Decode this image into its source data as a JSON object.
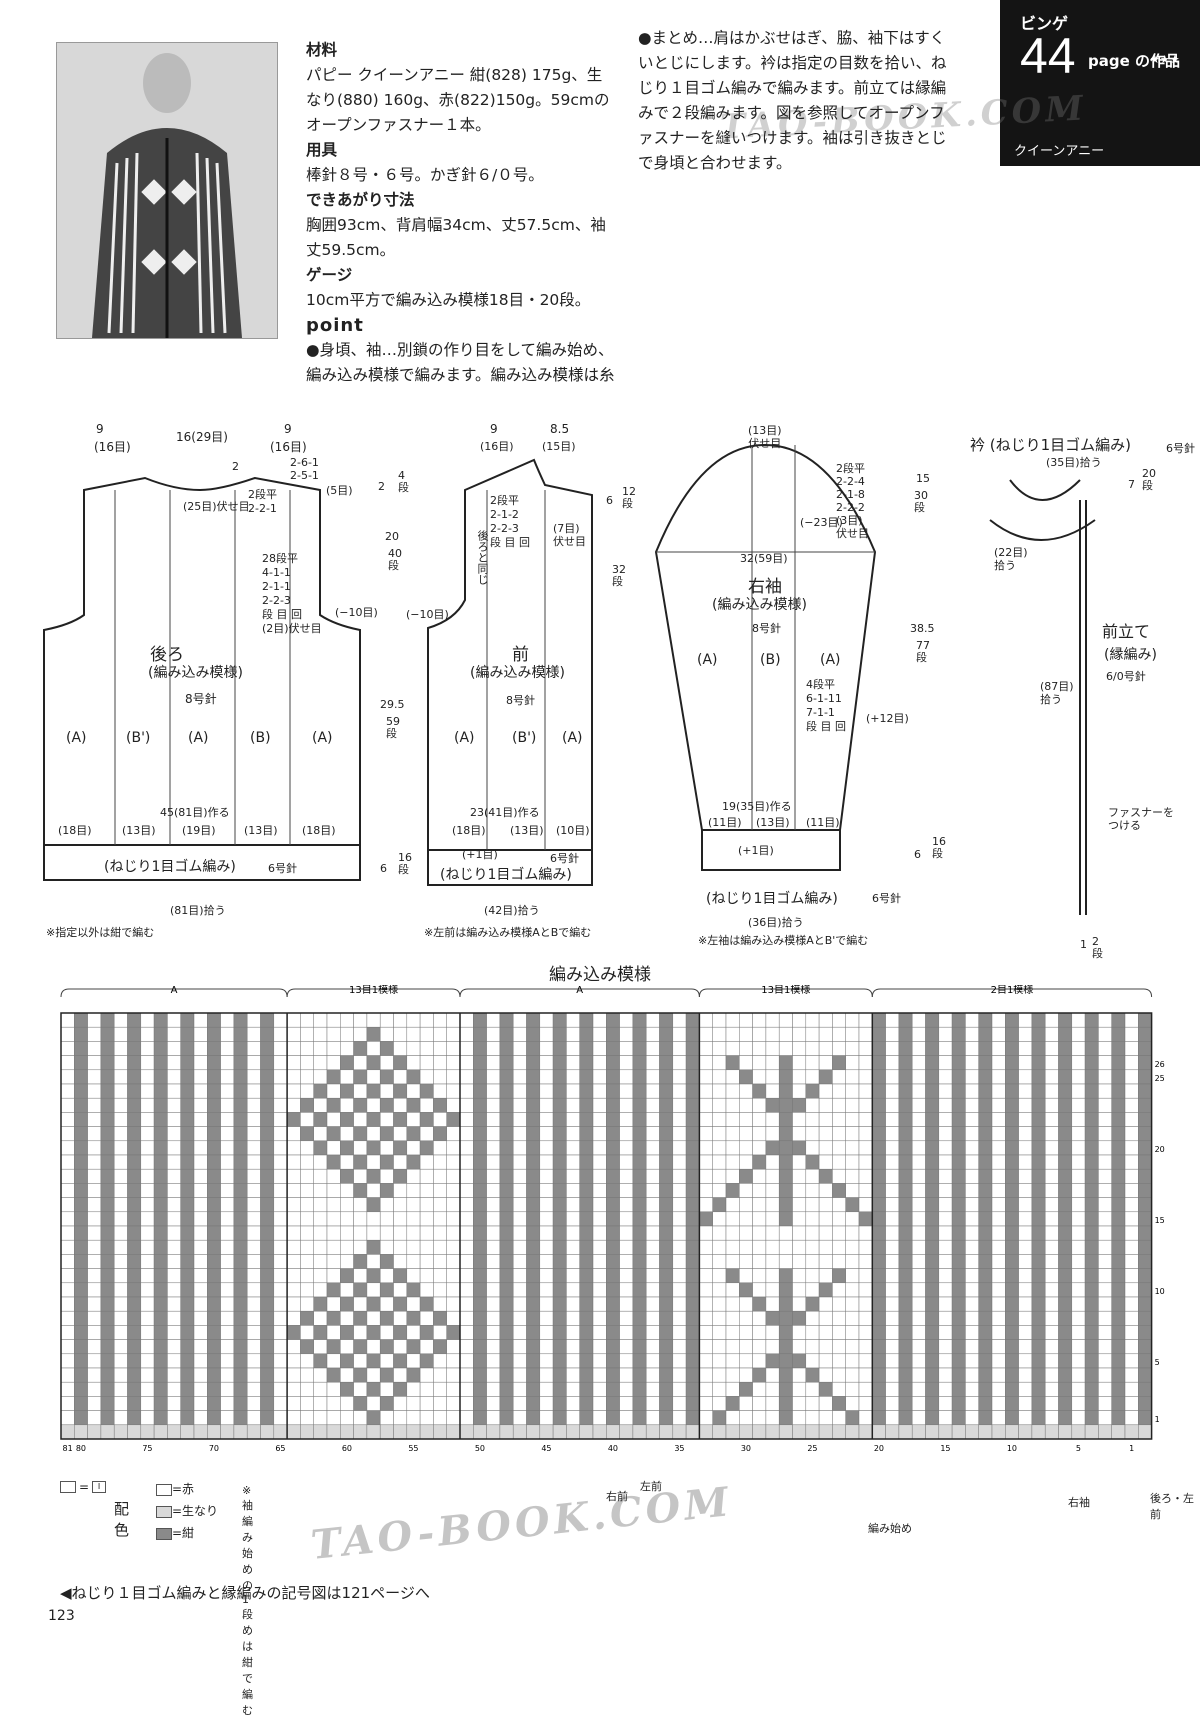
{
  "header": {
    "label": "ビンゲ",
    "number": "44",
    "page_text": "page の作品",
    "stars": "★★★",
    "yarn": "クイーンアニー"
  },
  "watermarks": [
    "TAO-BOOK.COM",
    "TAO-BOOK.COM"
  ],
  "instructions": {
    "materials_title": "材料",
    "materials": "パピー クイーンアニー 紺(828) 175g、生なり(880) 160g、赤(822)150g。59cmのオープンファスナー１本。",
    "tools_title": "用具",
    "tools": "棒針８号・６号。かぎ針６/０号。",
    "size_title": "できあがり寸法",
    "size": "胸囲93cm、背肩幅34cm、丈57.5cm、袖丈59.5cm。",
    "gauge_title": "ゲージ",
    "gauge": "10cm平方で編み込み模様18目・20段。",
    "point_title": "point",
    "point_1": "●身頃、袖…別鎖の作り目をして編み始め、編み込み模様で編みます。編み込み模様は糸を横に渡す方法で編みます。編み込み模様の１段めは紺で編みますので注意します。袖ぐり、衿ぐり、袖山の減目は２目以上は伏せ目、１目は端１目を立てる減目にします。袖下の増し目は１目内側でねじり増し目にします。裾、袖口は作り目の鎖をほどいて目を拾い、ねじり１目ゴム編みで編みます。編み終わりはねじり１目ゴム編み止めにします。",
    "point_2": "●まとめ…肩はかぶせはぎ、脇、袖下はすくいとじにします。衿は指定の目数を拾い、ねじり１目ゴム編みで編みます。前立ては縁編みで２段編みます。図を参照してオープンファスナーを縫いつけます。袖は引き抜きとじで身頃と合わせます。"
  },
  "back": {
    "title": "後ろ",
    "subtitle": "(編み込み模様)",
    "needle": "8号針",
    "top_dims": [
      "9",
      "16(29目)",
      "9"
    ],
    "top_dims_sub": [
      "(16目)",
      "(16目)"
    ],
    "neck_center": "(25目)伏せ目",
    "neck_rows": "2段平\n2-2-1",
    "shoulder": "2-6-1\n2-5-1",
    "shoulder_sts": "(5目)",
    "neck_depth": "2",
    "armhole_shaping": "28段平\n4-1-1\n2-1-1\n2-2-3\n段 目 回\n(2目)伏せ目",
    "armhole_dec": "(−10目)",
    "cast_on": "45(81目)作る",
    "sections": [
      "(A)",
      "(B')",
      "(A)",
      "(B)",
      "(A)"
    ],
    "section_sts": [
      "(18目)",
      "(13目)",
      "(19目)",
      "(13目)",
      "(18目)"
    ],
    "ribbing": "(ねじり1目ゴム編み)",
    "ribbing_needle": "6号針",
    "pickup": "(81目)拾う",
    "note": "※指定以外は紺で編む",
    "side_dims": [
      "2",
      "4\n段",
      "20",
      "40\n段",
      "29.5",
      "59\n段",
      "6",
      "16\n段"
    ]
  },
  "front": {
    "title": "前",
    "subtitle": "(編み込み模様)",
    "needle": "8号針",
    "top_dims": [
      "9",
      "8.5"
    ],
    "top_dims_sub": [
      "(16目)",
      "(15目)"
    ],
    "neck_shaping": "2段平\n2-1-2\n2-2-3\n段 目 回",
    "neck_bind": "(7目)\n伏せ目",
    "same_as_back": "後ろと同じ",
    "armhole_dec": "(−10目)",
    "cast_on": "23(41目)作る",
    "sections": [
      "(A)",
      "(B')",
      "(A)"
    ],
    "section_sts": [
      "(18目)",
      "(13目)",
      "(10目)"
    ],
    "inc": "(+1目)",
    "ribbing": "(ねじり1目ゴム編み)",
    "ribbing_needle": "6号針",
    "pickup": "(42目)拾う",
    "note": "※左前は編み込み模様AとBで編む",
    "side_dims": [
      "6",
      "12\n段",
      "32\n段"
    ]
  },
  "sleeve": {
    "title": "右袖",
    "subtitle": "(編み込み模様)",
    "needle": "8号針",
    "top": "(13目)\n伏せ目",
    "cap_shaping": "2段平\n2-2-4\n2-1-8\n2-2-2\n(3目)\n伏せ目",
    "cap_dec": "(−23目)",
    "width": "32(59目)",
    "sections": [
      "(A)",
      "(B)",
      "(A)"
    ],
    "inc_shaping": "4段平\n6-1-11\n7-1-1\n段 目 回",
    "inc_total": "(+12目)",
    "cast_on": "19(35目)作る",
    "section_sts": [
      "(11目)",
      "(13目)",
      "(11目)"
    ],
    "inc": "(+1目)",
    "ribbing": "(ねじり1目ゴム編み)",
    "ribbing_needle": "6号針",
    "pickup": "(36目)拾う",
    "note": "※左袖は編み込み模様AとB'で編む",
    "side_dims": [
      "15",
      "30\n段",
      "38.5",
      "77\n段",
      "6",
      "16\n段"
    ]
  },
  "collar": {
    "title": "衿 (ねじり1目ゴム編み)",
    "needle": "6号針",
    "pickup_top": "(35目)拾う",
    "height": "7",
    "height_rows": "20\n段",
    "pickup_side": "(22目)\n拾う",
    "band_title": "前立て",
    "band_sub": "(縁編み)",
    "band_needle": "6/0号針",
    "band_pickup": "(87目)\n拾う",
    "zipper": "ファスナーを\nつける",
    "bottom": "1",
    "bottom_rows": "2\n段"
  },
  "chart": {
    "title": "編み込み模様",
    "section_labels": [
      "A",
      "B'",
      "A",
      "B",
      "A"
    ],
    "repeat_labels": [
      "",
      "13目1模様",
      "",
      "13目1模様",
      "2目1模様"
    ],
    "big_labels": [
      "B'",
      "B",
      "A"
    ],
    "bottom_numbers": [
      "81",
      "80",
      "75",
      "70",
      "65",
      "60",
      "55",
      "50",
      "45",
      "40",
      "35",
      "30",
      "25",
      "20",
      "15",
      "10",
      "5",
      "1"
    ],
    "row_numbers": [
      "26",
      "25",
      "20",
      "15",
      "10",
      "5",
      "1"
    ],
    "markers": [
      "右前",
      "左前",
      "右袖",
      "後ろ・左前"
    ],
    "start": "編み始め",
    "legend_title": "配色",
    "legend": [
      "=赤",
      "=生なり",
      "=紺"
    ],
    "legend_key": "=",
    "note": "※袖編み始めの1段めは紺で編む",
    "colors": {
      "red": "#ffffff",
      "ecru": "#d9d9d9",
      "navy": "#8a8a8a"
    }
  },
  "footer": {
    "note": "◀ねじり１目ゴム編みと縁編みの記号図は121ページへ",
    "page": "123"
  }
}
